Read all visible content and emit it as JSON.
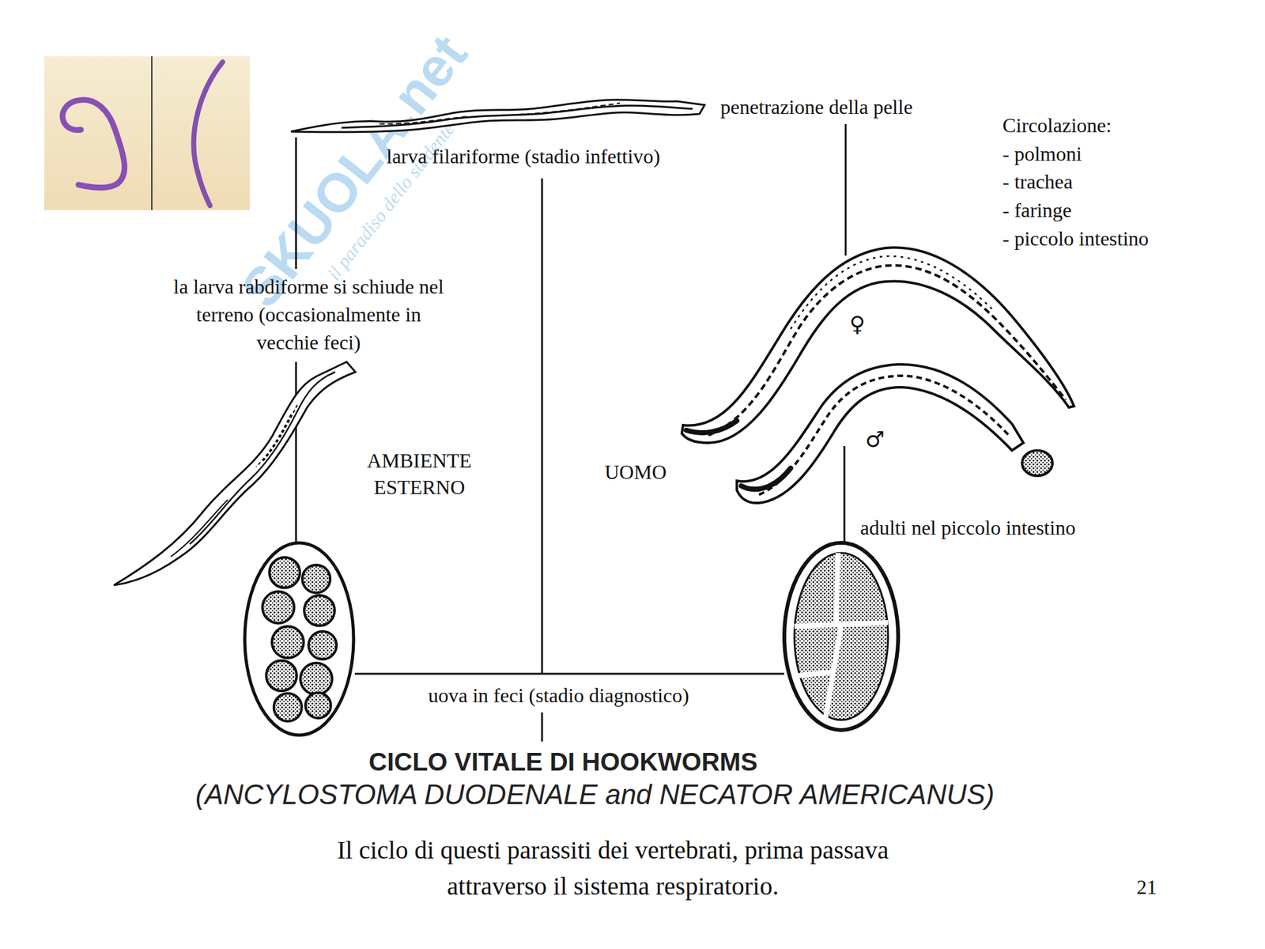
{
  "diagram": {
    "title": "CICLO VITALE DI HOOKWORMS",
    "caption": "Il ciclo di questi parassiti dei vertebrati, prima passava attraverso il sistema respiratorio.",
    "labels": [
      "SKUOLA.net",
      "il paradiso dello studente",
      "penetrazione della pelle",
      "larva filariforme (stadio infettivo)",
      "Circolazione:",
      "- polmoni",
      "- trachea",
      "- faringe",
      "- piccolo intestino",
      "la larva rabdiforme si schiude nel terreno (occasionalmente in vecchie feci)",
      "♀",
      "AMBIENTE ESTERNO",
      "UOMO",
      "♂",
      "adulti nel piccolo intestino",
      "uova in feci (stadio diagnostico)",
      "(ANCYLOSTOMA DUODENALE and NECATOR AMERICANUS)",
      "21"
    ]
  }
}
